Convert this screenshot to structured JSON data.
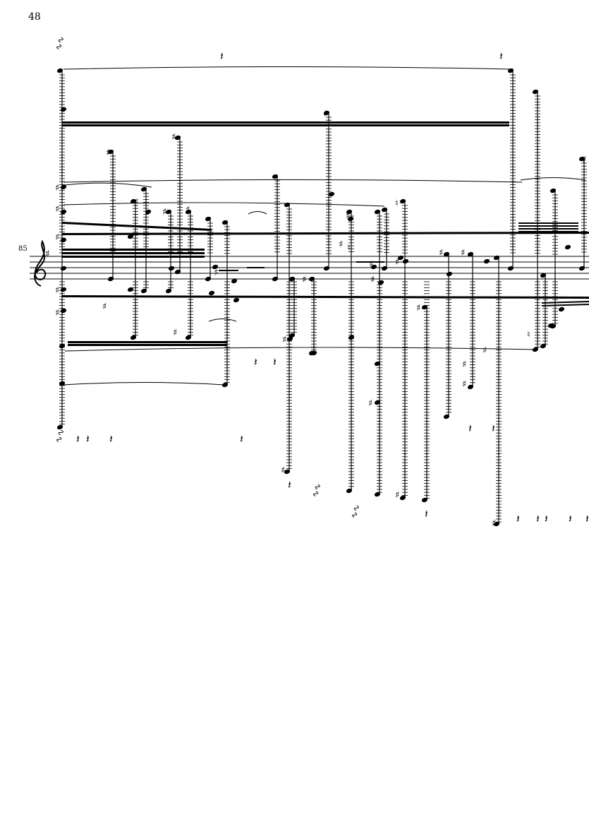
{
  "page": {
    "number": "48"
  },
  "system": {
    "measure_number": "85",
    "clef": "treble-clef-icon",
    "key_signature": "one sharp",
    "staff_lines": 5
  },
  "icons": {
    "rest": "quarter-rest-icon",
    "sharp": "sharp-icon",
    "natural": "natural-icon",
    "arpeggio": "arpeggio-icon"
  }
}
